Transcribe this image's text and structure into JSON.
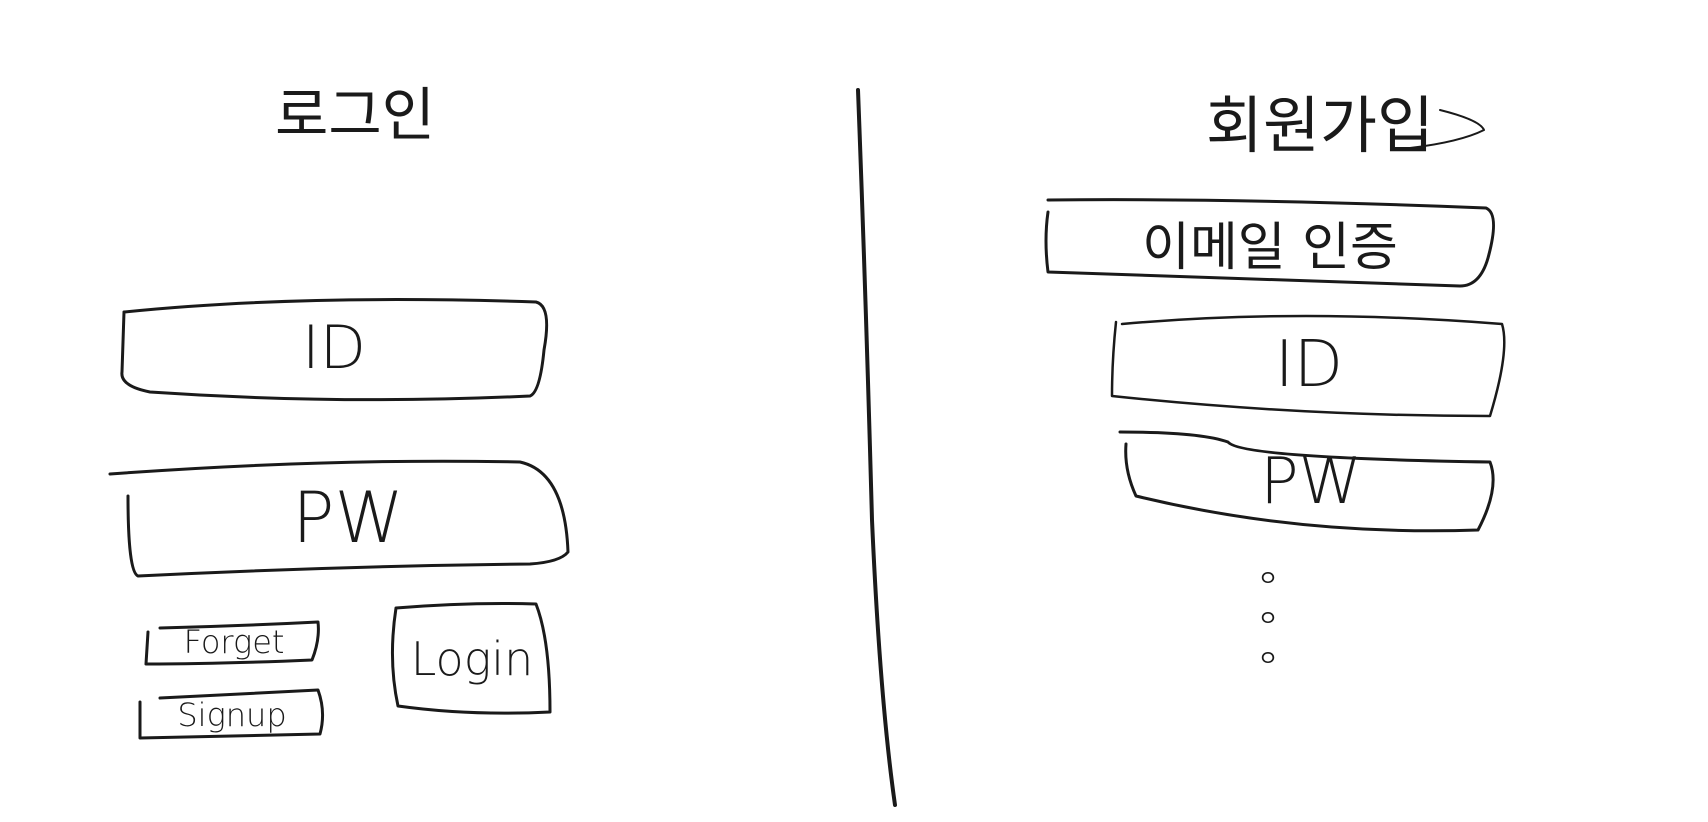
{
  "login_panel": {
    "title": "로그인",
    "id_field": "ID",
    "pw_field": "PW",
    "forget_button": "Forget",
    "signup_button": "Signup",
    "login_button": "Login"
  },
  "signup_panel": {
    "title": "회원가입",
    "email_verify_button": "이메일 인증",
    "id_field": "ID",
    "pw_field": "PW",
    "more_indicator": "ㅇ ㅇ ㅇ"
  }
}
